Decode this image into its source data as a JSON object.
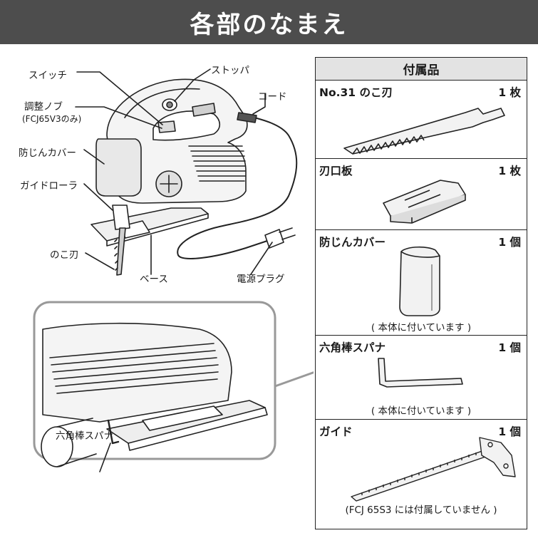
{
  "header": {
    "title": "各部のなまえ"
  },
  "parts": {
    "switch": "スイッチ",
    "stopper": "ストッパ",
    "cord": "コード",
    "knob": "調整ノブ",
    "knob_model": "(FCJ65V3のみ)",
    "dust_cover": "防じんカバー",
    "guide_roller": "ガイドローラ",
    "blade": "のこ刃",
    "base": "ベース",
    "plug": "電源プラグ",
    "hex_wrench": "六角棒スパナ"
  },
  "accessories": {
    "heading": "付属品",
    "items": [
      {
        "name": "No.31 のこ刃",
        "qty": "1 枚",
        "note": ""
      },
      {
        "name": "刃口板",
        "qty": "1 枚",
        "note": ""
      },
      {
        "name": "防じんカバー",
        "qty": "1 個",
        "note": "( 本体に付いています )"
      },
      {
        "name": "六角棒スパナ",
        "qty": "1 個",
        "note": "( 本体に付いています )"
      },
      {
        "name": "ガイド",
        "qty": "1 個",
        "note": "(FCJ 65S3 には付属していません )"
      }
    ]
  },
  "colors": {
    "banner": "#4d4d4d",
    "panel_header": "#e3e3e3",
    "line": "#222222"
  },
  "icons": [
    "jigsaw-illustration",
    "base-closeup-illustration",
    "saw-blade-icon",
    "throat-plate-icon",
    "dust-cover-icon",
    "hex-wrench-icon",
    "guide-icon"
  ]
}
